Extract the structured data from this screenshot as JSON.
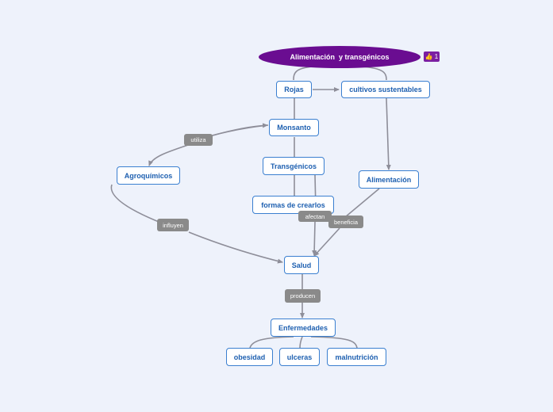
{
  "root": {
    "title": "Alimentación  y transgénicos",
    "likes": "1"
  },
  "nodes": {
    "rojas": "Rojas",
    "cultivos": "cultivos sustentables",
    "monsanto": "Monsanto",
    "transgenicos": "Transgénicos",
    "agroquimicos": "Agroquímicos",
    "alimentacion": "Alimentación",
    "formas": "formas de crearlos",
    "salud": "Salud",
    "enfermedades": "Enfermedades",
    "obesidad": "obesidad",
    "ulceras": "ulceras",
    "malnutricion": "malnutrición"
  },
  "relations": {
    "utiliza": "utiliza",
    "influyen": "influyen",
    "afectan": "afectan",
    "beneficia": "beneficia",
    "producen": "producen"
  },
  "colors": {
    "background": "#eef2fb",
    "root": "#6a0d91",
    "node_border": "#3a7fd0",
    "node_text": "#1d5fb0",
    "connector": "#8e8e99",
    "relation_label": "#8a8a8a"
  }
}
